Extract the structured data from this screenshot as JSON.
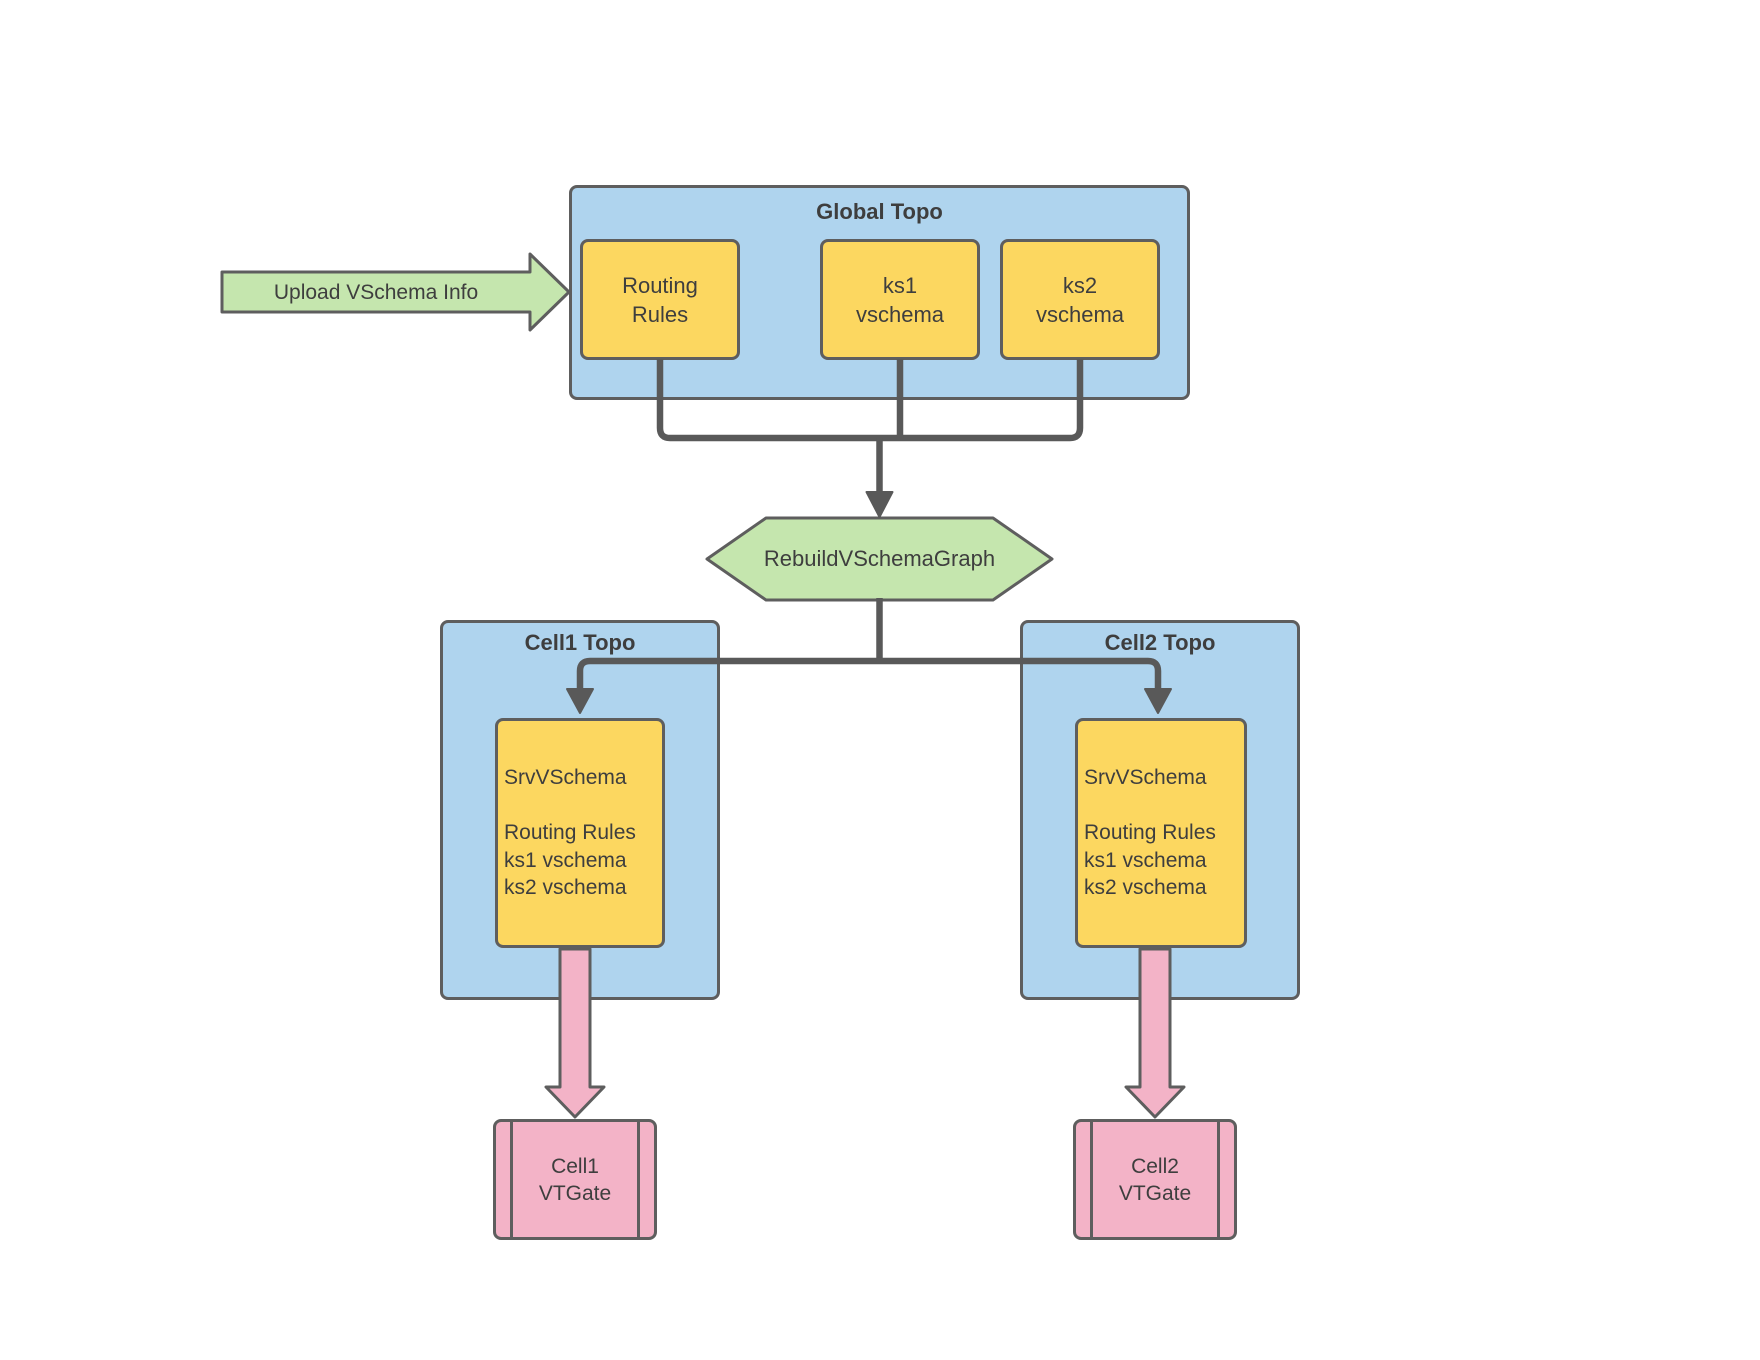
{
  "colors": {
    "background": "#FFFFFF",
    "container_blue": "#AFD4EE",
    "box_yellow": "#FCD760",
    "shape_green": "#C5E6AE",
    "shape_pink": "#F3B3C7",
    "border_gray": "#5E5E5E",
    "connector_gray": "#595959",
    "text": "#3E3E3E"
  },
  "upload_arrow": {
    "label": "Upload VSchema Info"
  },
  "global_topo": {
    "title": "Global Topo",
    "routing_rules": [
      "Routing",
      "Rules"
    ],
    "ks1": [
      "ks1",
      "vschema"
    ],
    "ks2": [
      "ks2",
      "vschema"
    ]
  },
  "rebuild_step": {
    "label": "RebuildVSchemaGraph"
  },
  "cell1_topo": {
    "title": "Cell1 Topo",
    "srv_vschema": [
      "SrvVSchema",
      "",
      "Routing Rules",
      "ks1 vschema",
      "ks2 vschema"
    ],
    "vtgate": [
      "Cell1",
      "VTGate"
    ]
  },
  "cell2_topo": {
    "title": "Cell2 Topo",
    "srv_vschema": [
      "SrvVSchema",
      "",
      "Routing Rules",
      "ks1 vschema",
      "ks2 vschema"
    ],
    "vtgate": [
      "Cell2",
      "VTGate"
    ]
  }
}
